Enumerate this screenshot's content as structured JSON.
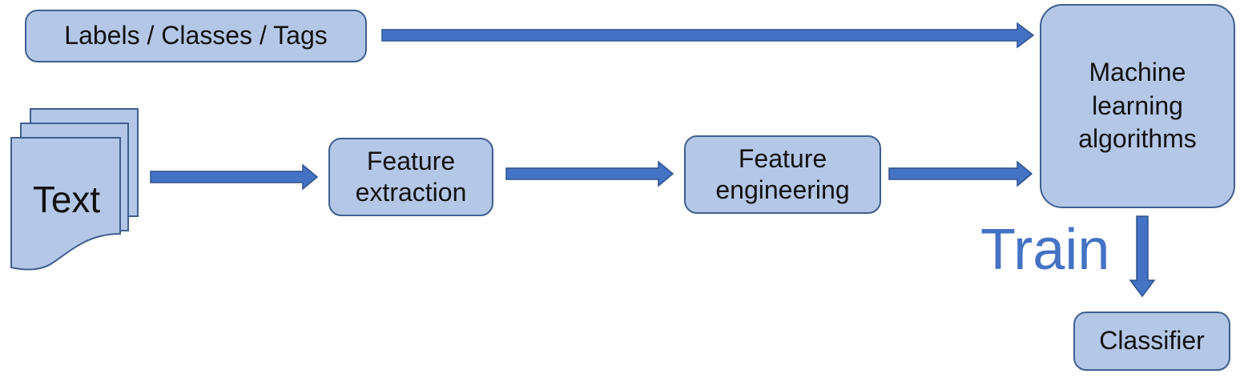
{
  "colors": {
    "box_fill": "#b4c7e7",
    "box_stroke": "#3f5f8f",
    "arrow": "#4472c4",
    "arrow_stroke": "#2f528f",
    "accent": "#4472c4"
  },
  "nodes": {
    "labels": "Labels / Classes / Tags",
    "text": "Text",
    "feature_extraction": [
      "Feature",
      "extraction"
    ],
    "feature_engineering": [
      "Feature",
      "engineering"
    ],
    "ml_algorithms": [
      "Machine",
      "learning",
      "algorithms"
    ],
    "classifier": "Classifier"
  },
  "annotations": {
    "train": "Train"
  },
  "icons": {
    "document_stack": "document-stack-icon"
  }
}
